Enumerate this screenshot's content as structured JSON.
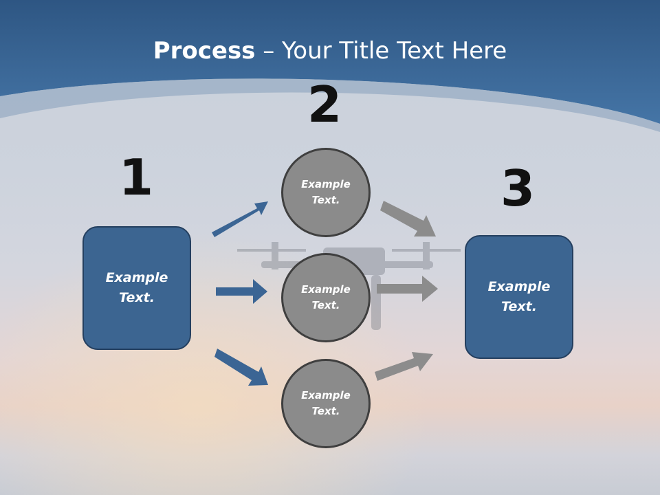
{
  "slide": {
    "title_bold": "Process",
    "title_rest": " – Your Title Text Here"
  },
  "steps": [
    {
      "number": "1",
      "text": "Example Text."
    },
    {
      "number": "2",
      "text": "Example Text."
    },
    {
      "number": "3",
      "text": "Example Text."
    }
  ],
  "middle_nodes": [
    {
      "text": "Example Text."
    },
    {
      "text": "Example Text."
    },
    {
      "text": "Example Text."
    }
  ],
  "colors": {
    "header_blue": "#3e6a9a",
    "box_fill": "#3c6591",
    "arrow_blue": "#3b6594",
    "arrow_gray": "#8c8c8c",
    "circle_fill": "#8b8b8b"
  }
}
